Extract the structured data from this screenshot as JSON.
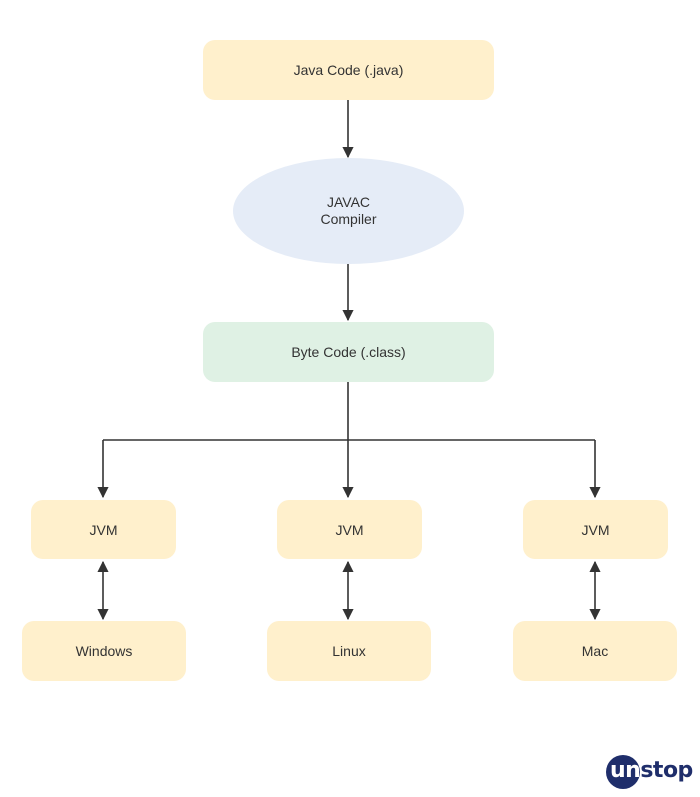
{
  "diagram": {
    "source": {
      "label": "Java Code (.java)"
    },
    "compiler": {
      "line1": "JAVAC",
      "line2": "Compiler"
    },
    "bytecode": {
      "label": "Byte Code (.class)"
    },
    "platforms": [
      {
        "jvm": "JVM",
        "os": "Windows"
      },
      {
        "jvm": "JVM",
        "os": "Linux"
      },
      {
        "jvm": "JVM",
        "os": "Mac"
      }
    ]
  },
  "brand": {
    "logo": "unstop"
  },
  "colors": {
    "yellow_box": "#fff0cc",
    "green_box": "#dff1e4",
    "blue_ellipse": "#e5ecf7",
    "connector": "#333333",
    "logo": "#1f2e6b"
  }
}
